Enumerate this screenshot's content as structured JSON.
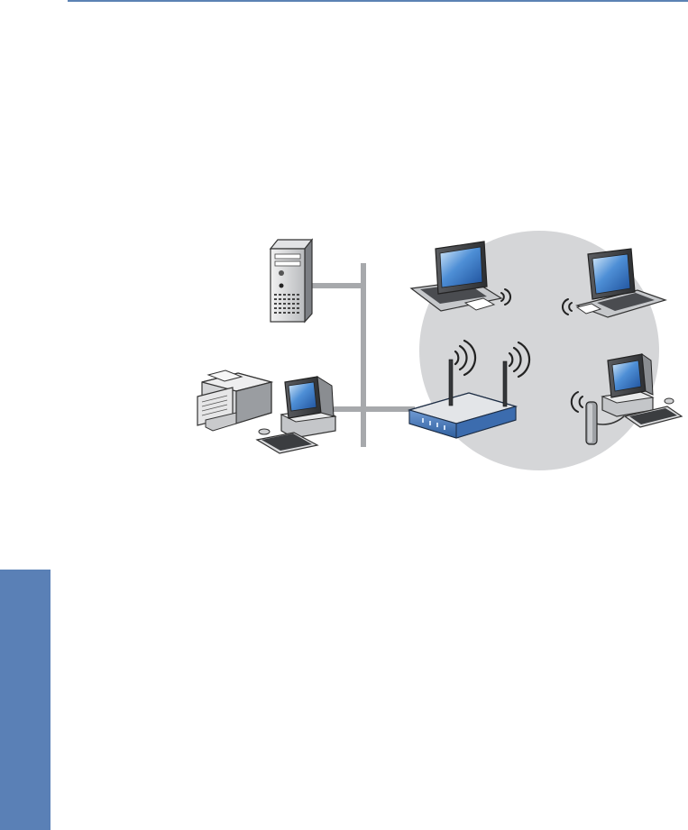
{
  "page": {
    "accent_color": "#5a80b6",
    "rule_color": "#5b82b4"
  },
  "diagram": {
    "wired_segment": {
      "backbone_color": "#a7a9ac",
      "devices": [
        {
          "id": "server",
          "icon": "tower-server-icon"
        },
        {
          "id": "printer",
          "icon": "printer-icon"
        },
        {
          "id": "desktop",
          "icon": "desktop-computer-icon"
        }
      ]
    },
    "access_point": {
      "icon": "wireless-router-icon",
      "color": "#4f7fc0",
      "antennas": 2
    },
    "wireless_cell": {
      "fill": "#d5d6d8",
      "clients": [
        {
          "id": "laptop-1",
          "icon": "laptop-with-wlan-card-icon"
        },
        {
          "id": "laptop-2",
          "icon": "laptop-with-wlan-card-icon"
        },
        {
          "id": "desktop-2",
          "icon": "desktop-with-usb-wlan-adapter-icon"
        }
      ]
    }
  }
}
